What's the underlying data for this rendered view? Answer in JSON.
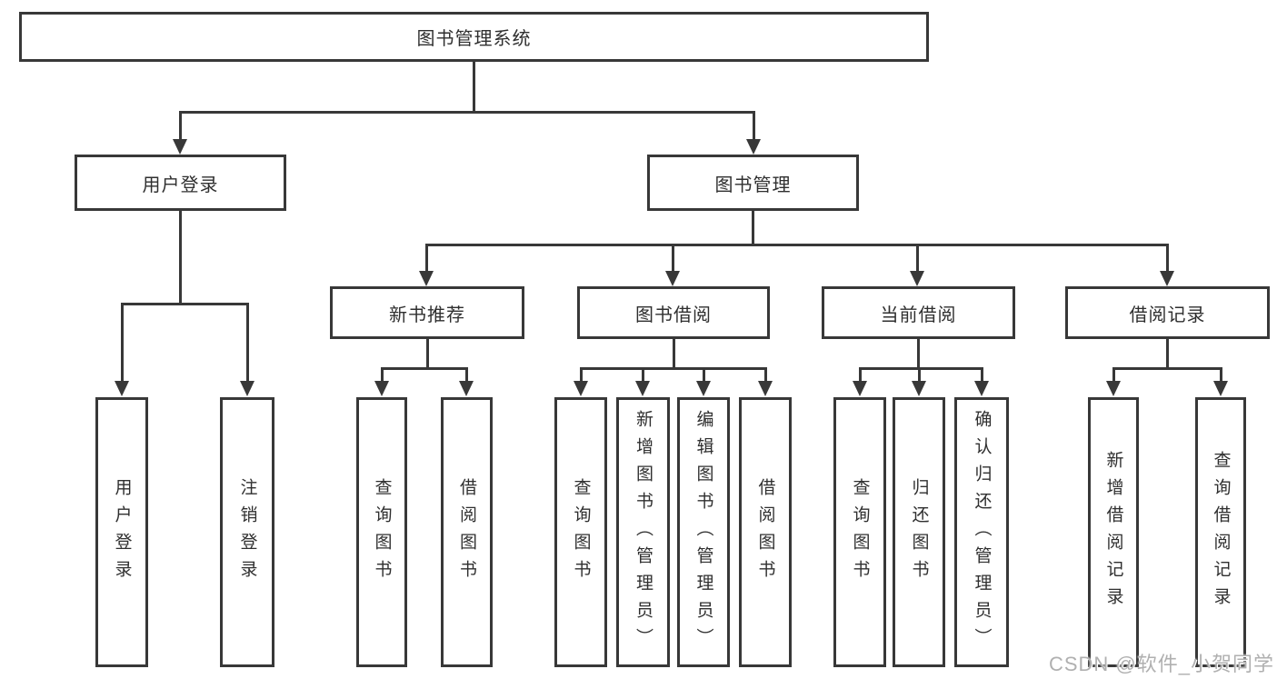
{
  "root": {
    "label": "图书管理系统"
  },
  "level2": [
    {
      "label": "用户登录"
    },
    {
      "label": "图书管理"
    }
  ],
  "level3": [
    {
      "label": "新书推荐"
    },
    {
      "label": "图书借阅"
    },
    {
      "label": "当前借阅"
    },
    {
      "label": "借阅记录"
    }
  ],
  "leaves": {
    "user_login": [
      {
        "label": "用户登录"
      },
      {
        "label": "注销登录"
      }
    ],
    "new_book": [
      {
        "label": "查询图书"
      },
      {
        "label": "借阅图书"
      }
    ],
    "book_borrow": [
      {
        "label": "查询图书"
      },
      {
        "label": "新增图书（管理员）"
      },
      {
        "label": "编辑图书（管理员）"
      },
      {
        "label": "借阅图书"
      }
    ],
    "current": [
      {
        "label": "查询图书"
      },
      {
        "label": "归还图书"
      },
      {
        "label": "确认归还（管理员）"
      }
    ],
    "records": [
      {
        "label": "新增借阅记录"
      },
      {
        "label": "查询借阅记录"
      }
    ]
  },
  "watermark": {
    "text": "CSDN @软件_小贺同学"
  },
  "colors": {
    "line": "#383838",
    "text": "#2f2f2f",
    "background": "#ffffff",
    "watermark": "#b0b0b0"
  }
}
